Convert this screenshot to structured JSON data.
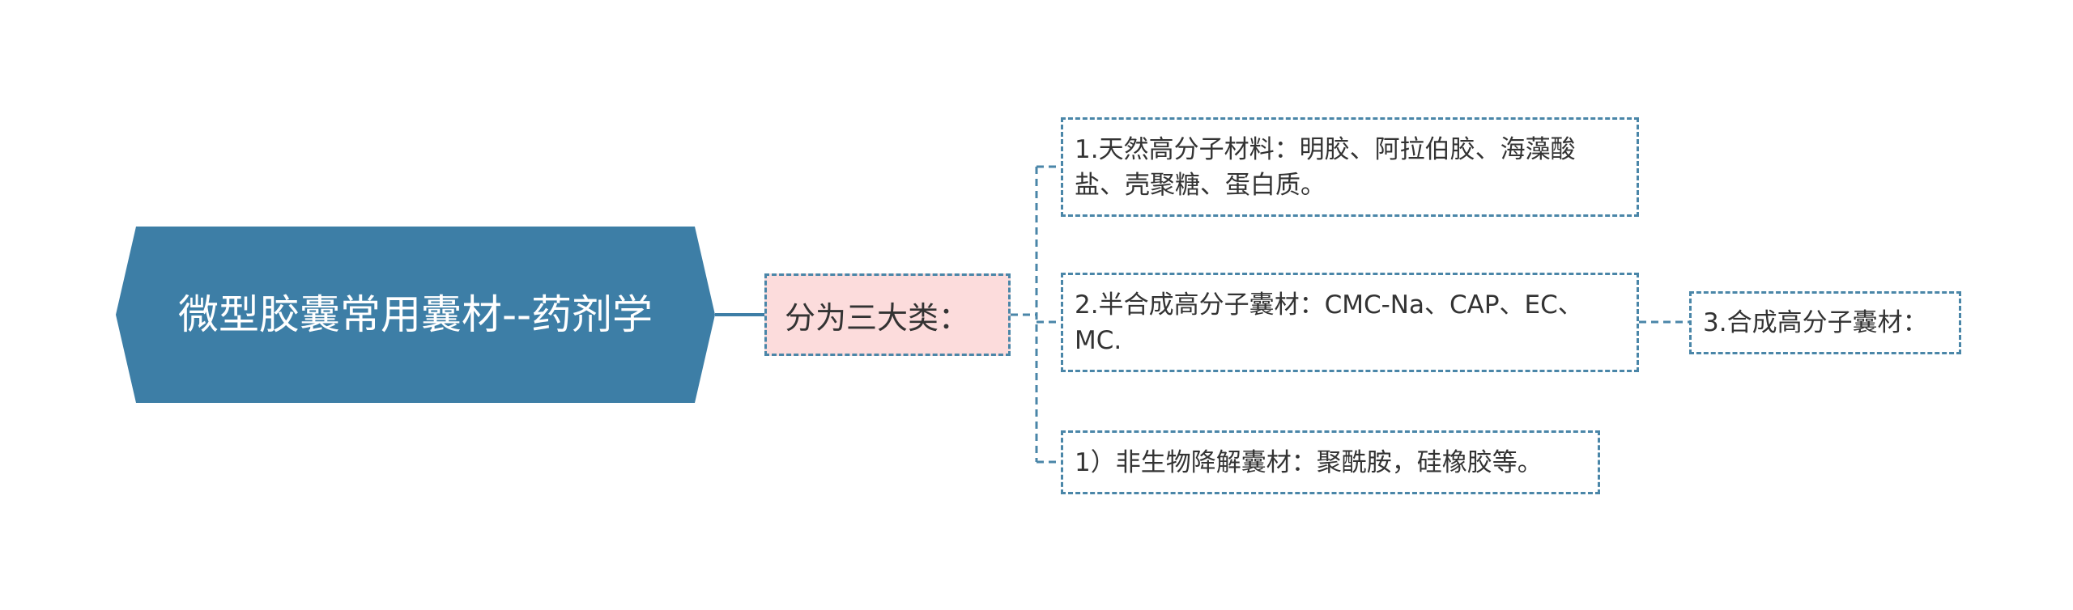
{
  "root": {
    "label": "微型胶囊常用囊材--药剂学",
    "color": "#3d7ea6"
  },
  "category": {
    "label": "分为三大类：",
    "color": "#fcdcdc"
  },
  "items": [
    {
      "label": "1.天然高分子材料：明胶、阿拉伯胶、海藻酸盐、壳聚糖、蛋白质。"
    },
    {
      "label": "2.半合成高分子囊材：CMC-Na、CAP、EC、MC."
    },
    {
      "label": "3.合成高分子囊材："
    },
    {
      "label": "1）非生物降解囊材：聚酰胺，硅橡胶等。"
    }
  ],
  "line_color": "#4a86a8"
}
